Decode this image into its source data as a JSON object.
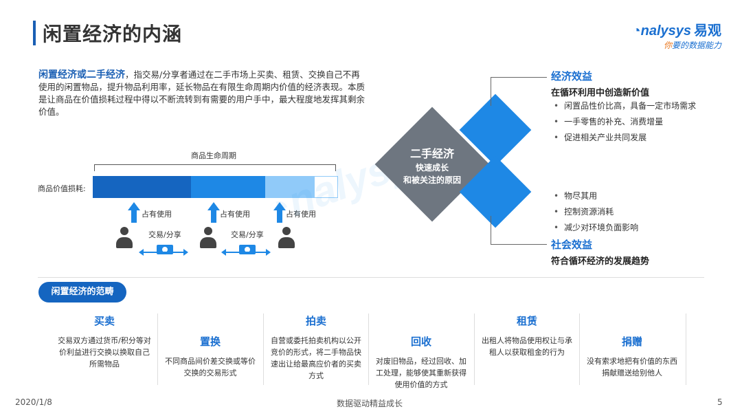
{
  "header": {
    "title": "闲置经济的内涵",
    "logo_text": "nalysys",
    "logo_cn": "易观",
    "logo_slogan_accent": "你",
    "logo_slogan_rest": "要的数据能力"
  },
  "intro": {
    "highlight": "闲置经济或二手经济",
    "body": "，指交易/分享者通过在二手市场上买卖、租赁、交换自己不再使用的闲置物品，提升物品利用率，延长物品在有限生命周期内价值的经济表现。本质是让商品在价值损耗过程中得以不断流转到有需要的用户手中，最大程度地发挥其剩余价值。"
  },
  "lifecycle": {
    "cycle_label": "商品生命周期",
    "value_loss_label": "商品价值损耗:",
    "use_label": "占有使用",
    "trade_label": "交易/分享"
  },
  "center": {
    "title": "二手经济",
    "line1": "快速成长",
    "line2": "和被关注的原因"
  },
  "economic": {
    "title": "经济效益",
    "subtitle": "在循环利用中创造新价值",
    "items": [
      "闲置品性价比高，具备一定市场需求",
      "一手零售的补充、消费增量",
      "促进相关产业共同发展"
    ]
  },
  "social": {
    "title": "社会效益",
    "subtitle": "符合循环经济的发展趋势",
    "items": [
      "物尽其用",
      "控制资源消耗",
      "减少对环境负面影响"
    ]
  },
  "scope": {
    "pill": "闲置经济的范畴",
    "categories": [
      {
        "title": "买卖",
        "desc": "交易双方通过货币/积分等对价利益进行交换以换取自己所需物品"
      },
      {
        "title": "置换",
        "desc": "不同商品间价差交换或等价交换的交易形式"
      },
      {
        "title": "拍卖",
        "desc": "自营或委托拍卖机构以公开竞价的形式，将二手物品快速出让给最高应价者的买卖方式"
      },
      {
        "title": "回收",
        "desc": "对废旧物品，经过回收、加工处理，能够使其重新获得使用价值的方式"
      },
      {
        "title": "租赁",
        "desc": "出租人将物品使用权让与承租人以获取租金的行为"
      },
      {
        "title": "捐赠",
        "desc": "没有索求地把有价值的东西捐献赠送给别他人"
      }
    ]
  },
  "footer": {
    "date": "2020/1/8",
    "slogan": "数据驱动精益成长",
    "page": "5"
  },
  "colors": {
    "brand_blue": "#1a6fd0",
    "dark_blue": "#1565c0",
    "mid_blue": "#1e88e5",
    "light_blue": "#90caf9",
    "gray": "#6e7680"
  }
}
